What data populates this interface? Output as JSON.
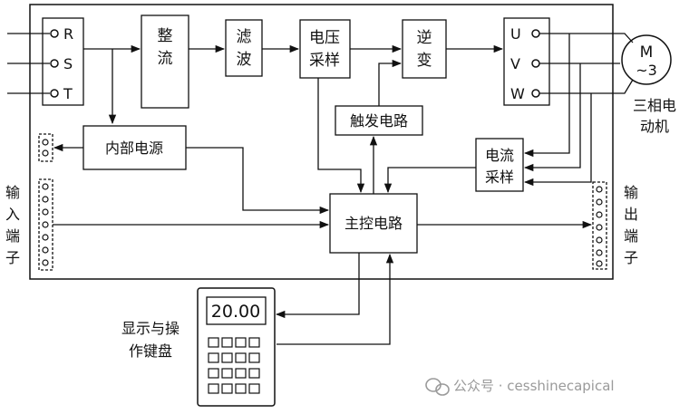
{
  "blocks": {
    "rectifier": [
      "整",
      "流"
    ],
    "filter": [
      "滤",
      "波"
    ],
    "voltage_sampling": [
      "电压",
      "采样"
    ],
    "inverter": [
      "逆",
      "变"
    ],
    "trigger_circuit": "触发电路",
    "internal_power": "内部电源",
    "current_sampling": [
      "电流",
      "采样"
    ],
    "main_control": "主控电路"
  },
  "input_terminals": [
    "R",
    "S",
    "T"
  ],
  "output_terminals": [
    "U",
    "V",
    "W"
  ],
  "motor": {
    "symbol_top": "M",
    "symbol_bottom": "~3",
    "label": [
      "三相电",
      "动机"
    ]
  },
  "left_terminal_label": [
    "输",
    "入",
    "端",
    "子"
  ],
  "right_terminal_label": [
    "输",
    "出",
    "端",
    "子"
  ],
  "panel": {
    "display_value": "20.00",
    "label": [
      "显示与操",
      "作键盘"
    ]
  },
  "watermark": "公众号 · cesshinecapical"
}
